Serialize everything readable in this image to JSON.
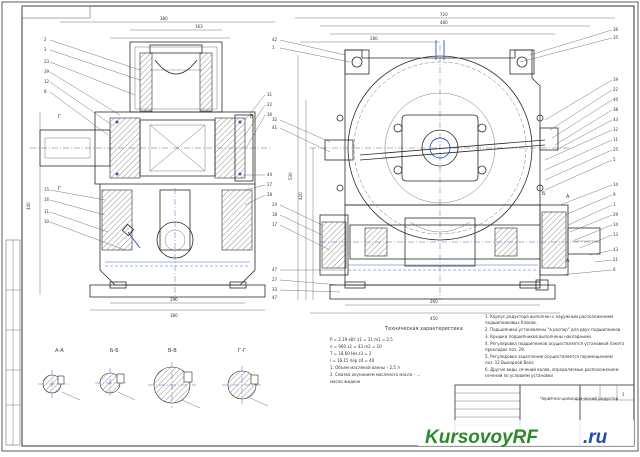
{
  "title_block": {
    "title": "Червячно-цилиндрический редуктор",
    "sheet": "1"
  },
  "tech_characteristics": {
    "heading": "Техническая характеристика",
    "lines": [
      "P = 2,19 кВт     z1 = 31        m1 = 2,5",
      "n = 960          z2 = 43        m2 = 10",
      "T = 18,60 Нм     z3 = 2",
      "i = 16,15 пер    z4 = 40",
      "1. Объем масляной ванны – 2,5 л",
      "2. Смазка окунанием масляного масла – ...",
      "масло жидкое"
    ]
  },
  "tech_requirements": {
    "lines": [
      "1. Корпус редуктора выполнен с наружным расположением",
      "подшипниковых блоков.",
      "2. Подшипники установлены \"в распор\" для двух подшипников",
      "3. Крышки подшипников выполнены накладными.",
      "4. Регулировка подшипников осуществляется установкой пакета",
      "прокладок поз. 29.",
      "5. Регулировка зацепления осуществляется перемещением",
      "поз. 12 Выходной Вала",
      "6. Другие виды сечений валов, определяемые расположением",
      "сечений по условиям установки"
    ]
  },
  "sections": [
    {
      "label": "А-А"
    },
    {
      "label": "Б-Б"
    },
    {
      "label": "В-В"
    },
    {
      "label": "Г-Г"
    }
  ],
  "left_view_numbers": [
    "2",
    "3",
    "23",
    "39",
    "12",
    "8",
    "15",
    "16",
    "11",
    "10",
    "31",
    "22",
    "30",
    "44",
    "27",
    "28"
  ],
  "right_view_numbers": [
    "36",
    "35",
    "19",
    "22",
    "40",
    "38",
    "43",
    "12",
    "11",
    "25",
    "5",
    "14",
    "9",
    "1",
    "29",
    "14",
    "13",
    "43",
    "21",
    "6",
    "42",
    "1",
    "32",
    "41",
    "24",
    "18",
    "17",
    "47",
    "27",
    "33",
    "47"
  ],
  "dimensions": {
    "left_top": "380",
    "left_top_b": "163",
    "right_top": "720",
    "right_top_b": "480",
    "right_mid": "280",
    "left_bottom": "380",
    "left_bottom_b": "290",
    "right_bottom": "450",
    "right_bottom_b": "260",
    "right_height_a": "530",
    "right_height_b": "420",
    "left_height": "440"
  },
  "watermark": {
    "main": "KursovoyRF",
    "suffix": ".ru"
  },
  "colors": {
    "line": "#2a2a2a",
    "blue": "#2e55c9",
    "watermark_green": "#2b8a2b",
    "watermark_blue": "#1f4fa8"
  }
}
